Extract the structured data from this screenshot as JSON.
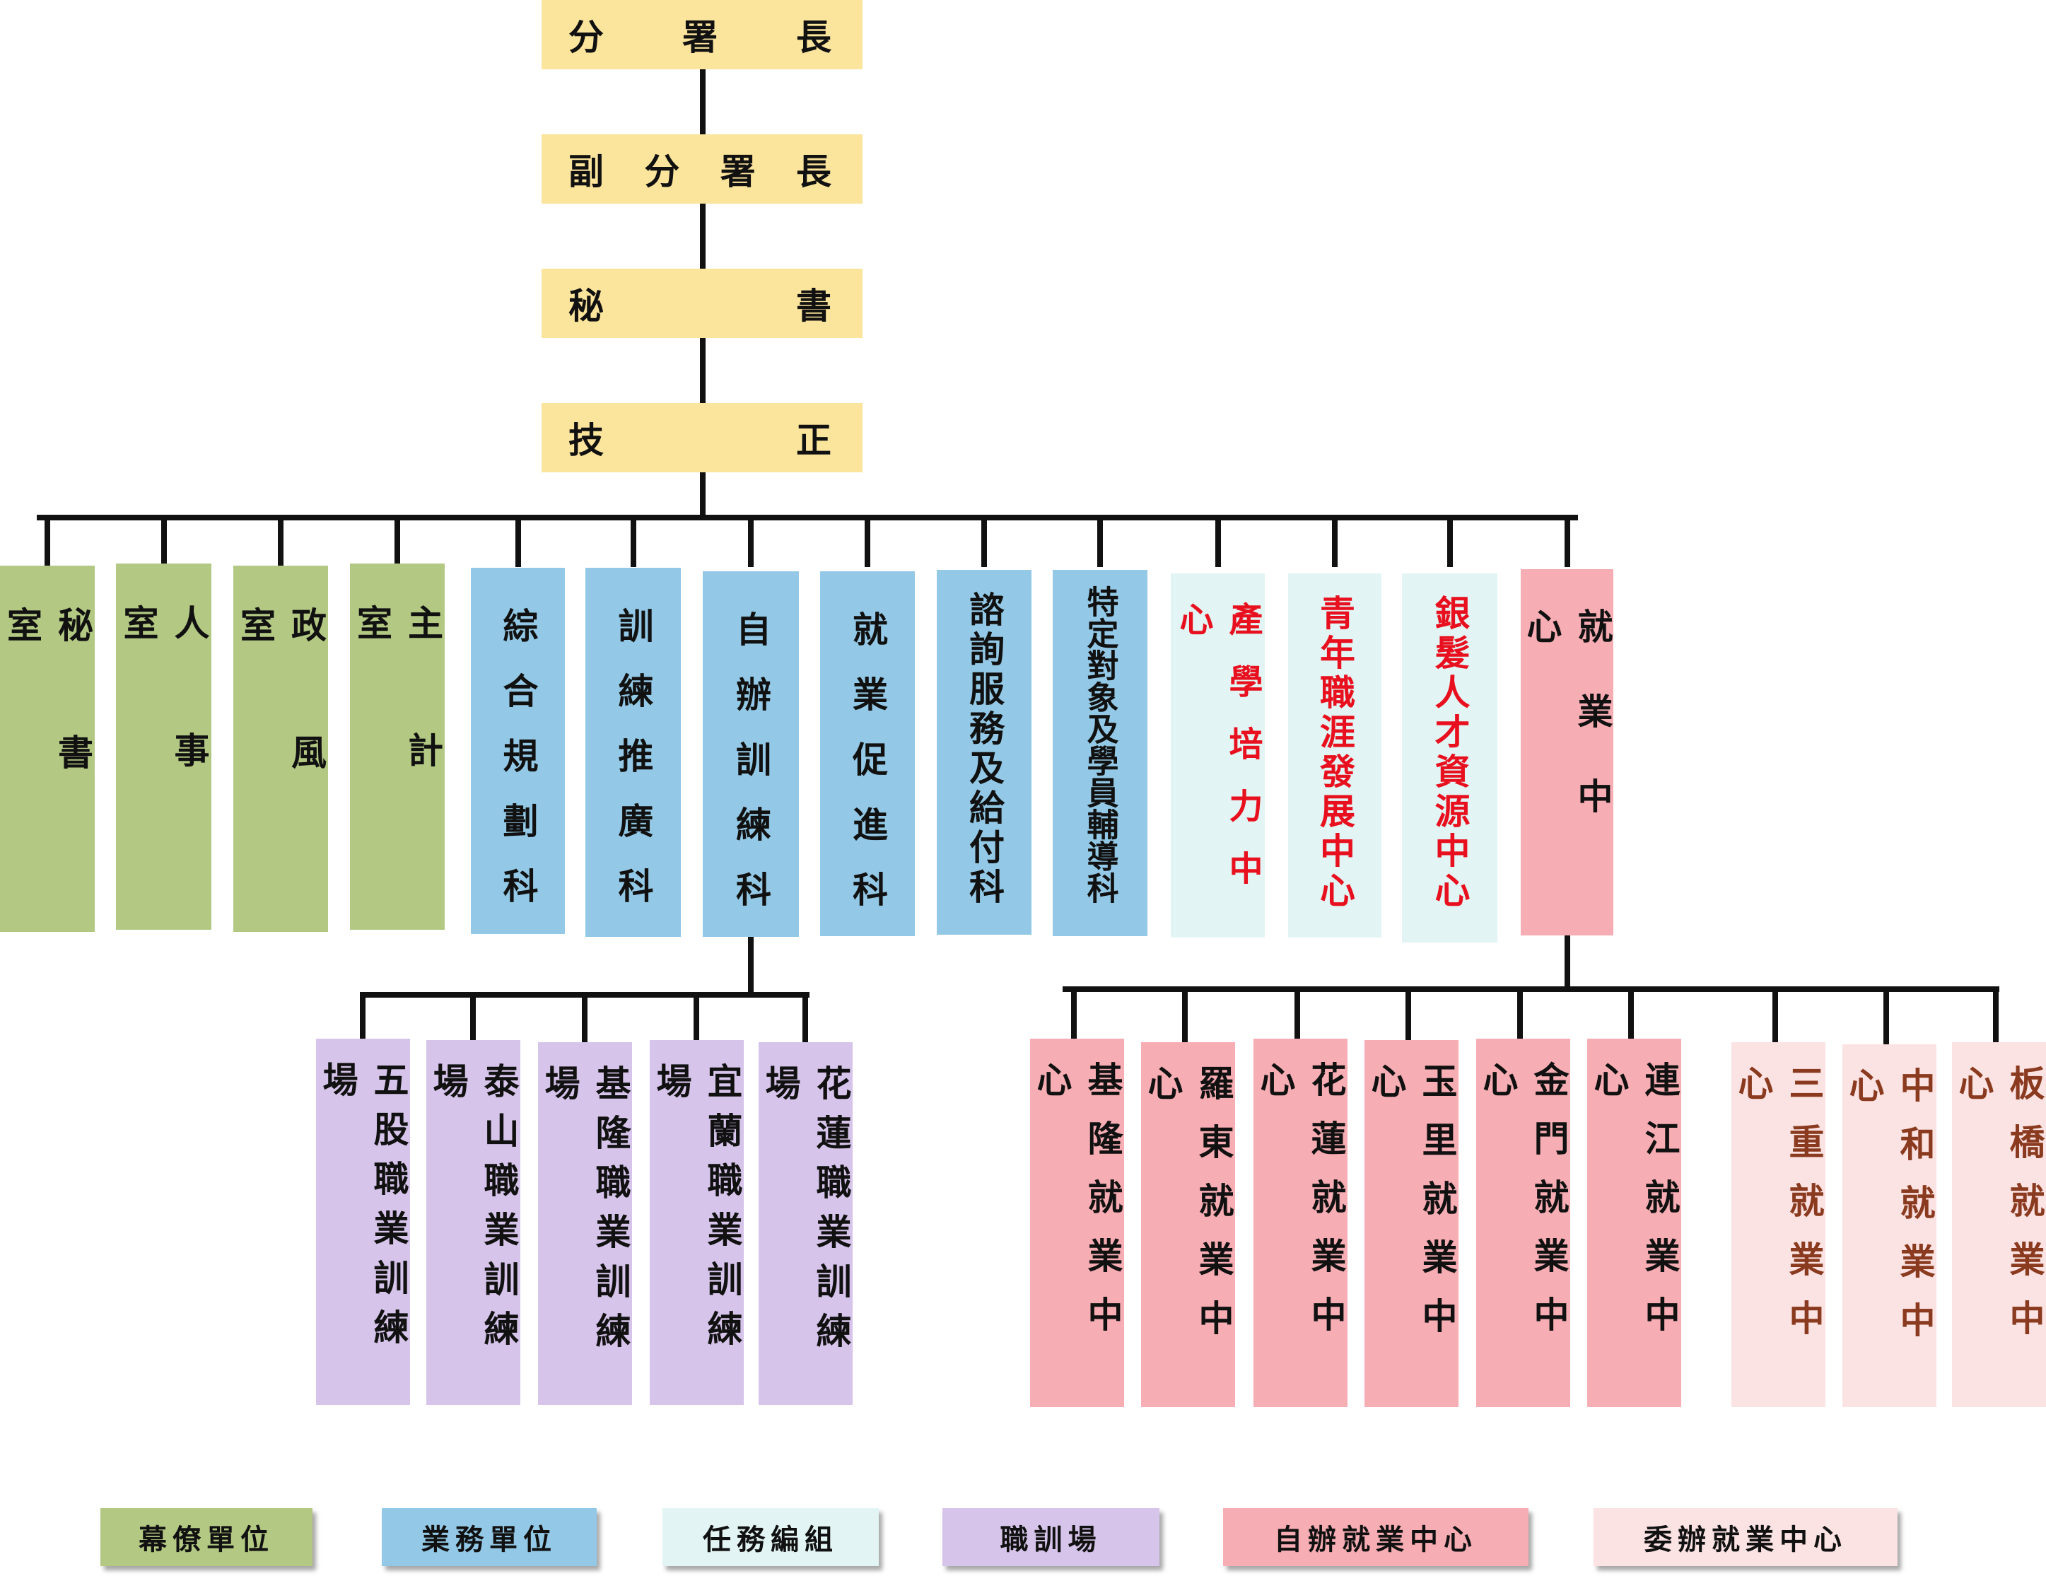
{
  "colors": {
    "staff": "#b3c983",
    "business": "#93c9e6",
    "task": "#e2f4f3",
    "training": "#d6c4ea",
    "self_center": "#f6adb3",
    "commission_center": "#fbe2e3",
    "head": "#fbe49b",
    "red_text": "#e8101e",
    "brown_text": "#8a3a1e"
  },
  "leaders": [
    {
      "chars": [
        "分",
        "署",
        "長"
      ]
    },
    {
      "chars": [
        "副",
        "分",
        "署",
        "長"
      ]
    },
    {
      "chars": [
        "秘",
        "書"
      ]
    },
    {
      "chars": [
        "技",
        "正"
      ]
    }
  ],
  "units": [
    {
      "label": "秘書室",
      "type": "staff"
    },
    {
      "label": "人事室",
      "type": "staff"
    },
    {
      "label": "政風室",
      "type": "staff"
    },
    {
      "label": "主計室",
      "type": "staff"
    },
    {
      "label": "綜合規劃科",
      "type": "business"
    },
    {
      "label": "訓練推廣科",
      "type": "business"
    },
    {
      "label": "自辦訓練科",
      "type": "business"
    },
    {
      "label": "就業促進科",
      "type": "business"
    },
    {
      "label": "諮詢服務及給付科",
      "type": "business"
    },
    {
      "label": "特定對象及學員輔導科",
      "type": "business"
    },
    {
      "label": "產學培力中心",
      "type": "task"
    },
    {
      "label": "青年職涯發展中心",
      "type": "task"
    },
    {
      "label": "銀髮人才資源中心",
      "type": "task"
    },
    {
      "label": "就業中心",
      "type": "self_center"
    }
  ],
  "training_sites": [
    {
      "label": "五股職業訓練場"
    },
    {
      "label": "泰山職業訓練場"
    },
    {
      "label": "基隆職業訓練場"
    },
    {
      "label": "宜蘭職業訓練場"
    },
    {
      "label": "花蓮職業訓練場"
    }
  ],
  "employment_centers": [
    {
      "label": "基隆就業中心",
      "type": "self_center"
    },
    {
      "label": "羅東就業中心",
      "type": "self_center"
    },
    {
      "label": "花蓮就業中心",
      "type": "self_center"
    },
    {
      "label": "玉里就業中心",
      "type": "self_center"
    },
    {
      "label": "金門就業中心",
      "type": "self_center"
    },
    {
      "label": "連江就業中心",
      "type": "self_center"
    },
    {
      "label": "三重就業中心",
      "type": "commission_center"
    },
    {
      "label": "中和就業中心",
      "type": "commission_center"
    },
    {
      "label": "板橋就業中心",
      "type": "commission_center"
    }
  ],
  "legend": [
    {
      "label": "幕僚單位",
      "type": "staff"
    },
    {
      "label": "業務單位",
      "type": "business"
    },
    {
      "label": "任務編組",
      "type": "task"
    },
    {
      "label": "職訓場",
      "type": "training"
    },
    {
      "label": "自辦就業中心",
      "type": "self_center"
    },
    {
      "label": "委辦就業中心",
      "type": "commission_center"
    }
  ]
}
